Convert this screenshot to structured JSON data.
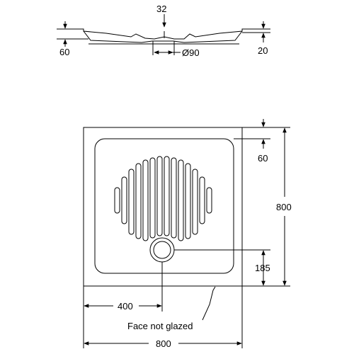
{
  "colors": {
    "line": "#000000",
    "background": "#ffffff"
  },
  "side_view": {
    "dim_top": "32",
    "dim_left": "60",
    "dim_drain": "Ø90",
    "dim_right": "20"
  },
  "plan_view": {
    "dim_rim": "60",
    "dim_height": "800",
    "dim_drain_offset": "185",
    "dim_drain_center": "400",
    "note": "Face not glazed",
    "dim_width": "800"
  }
}
